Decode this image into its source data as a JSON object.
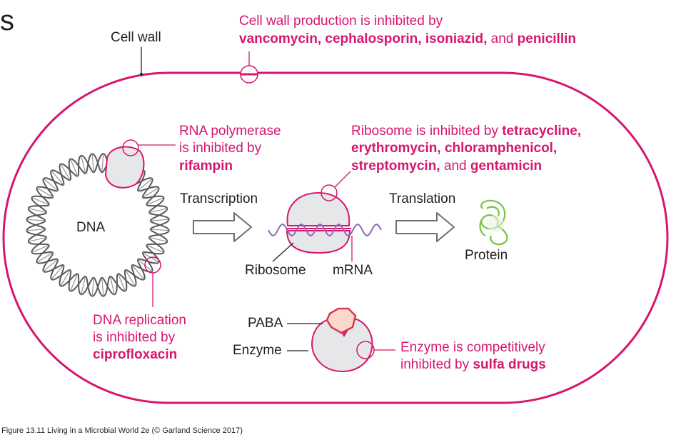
{
  "corner_letter": "s",
  "cell_wall": {
    "label": "Cell wall",
    "line1": "Cell wall production is inhibited by",
    "drug1": "vancomycin,",
    "drug2": "cephalosporin,",
    "drug3": "isoniazid,",
    "and": "and",
    "drug4": "penicillin"
  },
  "rna_polymerase": {
    "line1": "RNA polymerase",
    "line2": "is inhibited by",
    "drug": "rifampin"
  },
  "ribosome_inhibition": {
    "line1_prefix": "Ribosome is inhibited by",
    "drug1": "tetracycline,",
    "drug2": "erythromycin,",
    "drug3": "chloramphenicol,",
    "drug4": "streptomycin,",
    "and": "and",
    "drug5": "gentamicin"
  },
  "dna": {
    "label": "DNA"
  },
  "transcription": {
    "label": "Transcription"
  },
  "translation": {
    "label": "Translation"
  },
  "ribosome_label": "Ribosome",
  "mrna_label": "mRNA",
  "protein_label": "Protein",
  "dna_replication": {
    "line1": "DNA replication",
    "line2": "is inhibited by",
    "drug": "ciprofloxacin"
  },
  "paba_label": "PABA",
  "enzyme_label": "Enzyme",
  "enzyme_inhibition": {
    "line1": "Enzyme is competitively",
    "line2_prefix": "inhibited by",
    "drug": "sulfa drugs"
  },
  "caption": "Figure 13.11  Living in a Microbial World 2e (© Garland Science 2017)",
  "colors": {
    "magenta": "#d6166f",
    "text_dark": "#231f20",
    "gray_fill": "#e6e7e8",
    "gray_stroke": "#6d6e71",
    "protein_green": "#7ac143",
    "mrna_purple": "#8e6bb5",
    "paba_red": "#e0533c"
  }
}
